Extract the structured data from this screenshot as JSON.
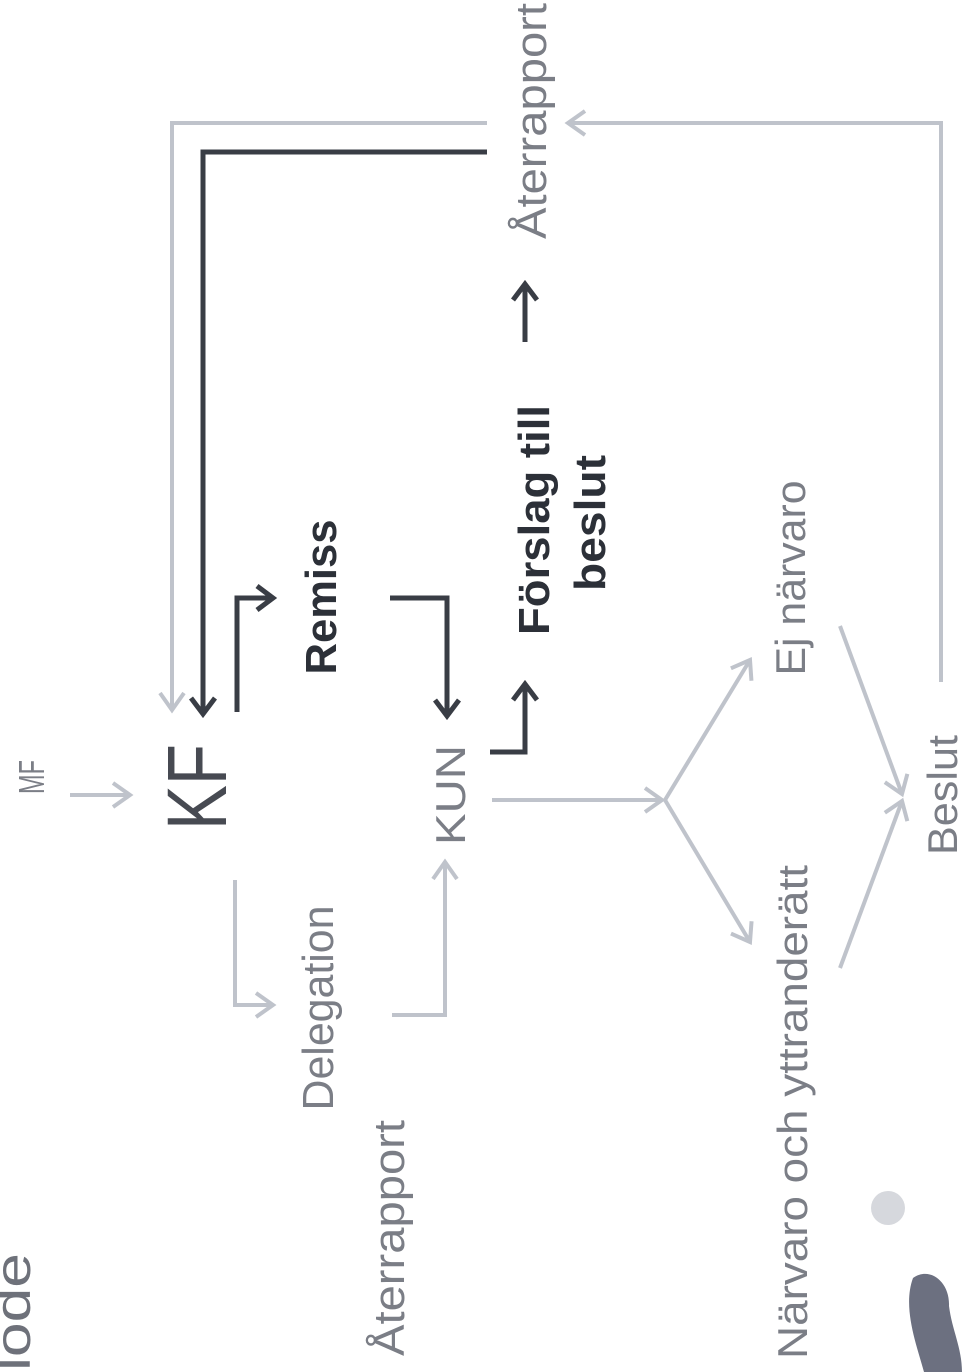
{
  "heading_fragment": "lode",
  "nodes": {
    "mf": "MF",
    "kf": "KF",
    "delegation": "Delegation",
    "aterrapport_left": "Återrapport",
    "kun": "KUN",
    "remiss": "Remiss",
    "forslag_till_beslut": [
      "Förslag till",
      "beslut"
    ],
    "aterrapport_right": "Återrapport",
    "ej_narvaro": "Ej närvaro",
    "narvaro_och_yttranderatt": "Närvaro och yttranderätt",
    "beslut": "Beslut"
  },
  "colors": {
    "line_dark": "#393d45",
    "line_light": "#bfc3cb",
    "text_gray": "#7b7e86",
    "text_dark": "#2c3038",
    "text_kf": "#474a52"
  }
}
